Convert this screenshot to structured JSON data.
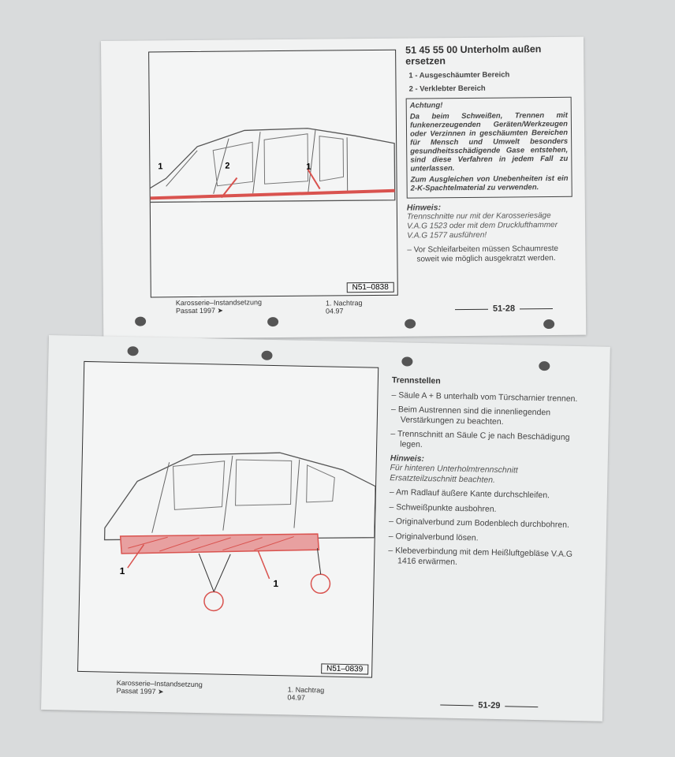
{
  "top_page": {
    "title": "51 45 55 00 Unterholm außen ersetzen",
    "legend": [
      "1 - Ausgeschäumter Bereich",
      "2 - Verklebter Bereich"
    ],
    "warning": {
      "heading": "Achtung!",
      "paragraphs": [
        "Da beim Schweißen, Trennen mit funkenerzeugenden Geräten/Werkzeugen oder Verzinnen in geschäumten Bereichen für Mensch und Umwelt besonders gesundheitsschädigende Gase entstehen, sind diese Verfahren in jedem Fall zu unterlassen.",
        "Zum Ausgleichen von Unebenheiten ist ein 2-K-Spachtelmaterial zu verwenden."
      ]
    },
    "note_heading": "Hinweis:",
    "note_text": "Trennschnitte nur mit der Karosseriesäge V.A.G 1523 oder mit dem Drucklufthammer V.A.G 1577 ausführen!",
    "steps": [
      "Vor Schleifarbeiten müssen Schaumreste soweit wie möglich ausgekratzt werden."
    ],
    "figure_id": "N51–0838",
    "figure_labels": [
      "1",
      "2",
      "1"
    ],
    "footer_left_1": "Karosserie–Instandsetzung",
    "footer_left_2": "Passat 1997 ➤",
    "footer_mid_1": "1. Nachtrag",
    "footer_mid_2": "04.97",
    "page_number": "51-28"
  },
  "bottom_page": {
    "section_heading": "Trennstellen",
    "steps_a": [
      "Säule A + B unterhalb vom Türscharnier trennen.",
      "Beim Austrennen sind die innenliegenden Verstärkungen zu beachten.",
      "Trennschnitt an Säule C je nach Beschädigung legen."
    ],
    "note_heading": "Hinweis:",
    "note_text": "Für hinteren Unterholmtrennschnitt Ersatzteilzuschnitt beachten.",
    "steps_b": [
      "Am Radlauf äußere Kante durchschleifen.",
      "Schweißpunkte ausbohren.",
      "Originalverbund zum Bodenblech durchbohren.",
      "Originalverbund lösen.",
      "Klebeverbindung mit dem Heißluftgebläse V.A.G 1416 erwärmen."
    ],
    "figure_id": "N51–0839",
    "figure_labels": [
      "1",
      "1"
    ],
    "footer_left_1": "Karosserie–Instandsetzung",
    "footer_left_2": "Passat 1997 ➤",
    "footer_mid_1": "1. Nachtrag",
    "footer_mid_2": "04.97",
    "page_number": "51-29"
  },
  "colors": {
    "highlight": "#d9534f",
    "ink": "#333333"
  }
}
